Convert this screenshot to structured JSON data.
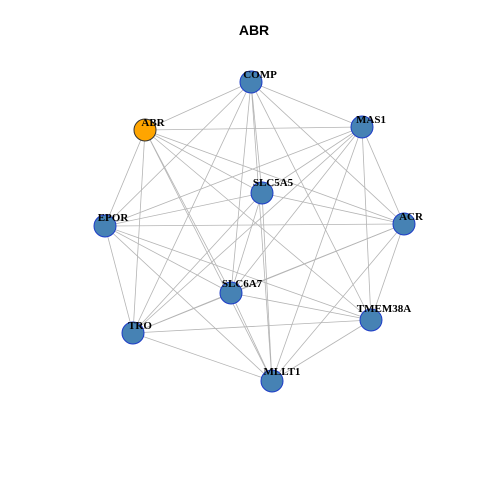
{
  "title": "ABR",
  "colors": {
    "focus_fill": "#FFA500",
    "focus_stroke": "#333333",
    "node_fill": "#4682B4",
    "node_stroke": "#1e3cc8",
    "edge": "#b4b4b4"
  },
  "network": {
    "nodes": [
      {
        "id": "COMP",
        "label": "COMP",
        "focus": false
      },
      {
        "id": "ABR",
        "label": "ABR",
        "focus": true
      },
      {
        "id": "MAS1",
        "label": "MAS1",
        "focus": false
      },
      {
        "id": "SLC5A5",
        "label": "SLC5A5",
        "focus": false
      },
      {
        "id": "EPOR",
        "label": "EPOR",
        "focus": false
      },
      {
        "id": "ACR",
        "label": "ACR",
        "focus": false
      },
      {
        "id": "SLC6A7",
        "label": "SLC6A7",
        "focus": false
      },
      {
        "id": "TMEM38A",
        "label": "TMEM38A",
        "focus": false
      },
      {
        "id": "TRO",
        "label": "TRO",
        "focus": false
      },
      {
        "id": "MLLT1",
        "label": "MLLT1",
        "focus": false
      }
    ],
    "edges": [
      [
        "ABR",
        "COMP"
      ],
      [
        "ABR",
        "MAS1"
      ],
      [
        "ABR",
        "SLC5A5"
      ],
      [
        "ABR",
        "EPOR"
      ],
      [
        "ABR",
        "ACR"
      ],
      [
        "ABR",
        "SLC6A7"
      ],
      [
        "ABR",
        "TMEM38A"
      ],
      [
        "ABR",
        "TRO"
      ],
      [
        "ABR",
        "MLLT1"
      ],
      [
        "COMP",
        "MAS1"
      ],
      [
        "COMP",
        "SLC5A5"
      ],
      [
        "COMP",
        "EPOR"
      ],
      [
        "COMP",
        "ACR"
      ],
      [
        "COMP",
        "SLC6A7"
      ],
      [
        "COMP",
        "TMEM38A"
      ],
      [
        "COMP",
        "TRO"
      ],
      [
        "COMP",
        "MLLT1"
      ],
      [
        "MAS1",
        "SLC5A5"
      ],
      [
        "MAS1",
        "EPOR"
      ],
      [
        "MAS1",
        "ACR"
      ],
      [
        "MAS1",
        "SLC6A7"
      ],
      [
        "MAS1",
        "TMEM38A"
      ],
      [
        "MAS1",
        "TRO"
      ],
      [
        "MAS1",
        "MLLT1"
      ],
      [
        "SLC5A5",
        "EPOR"
      ],
      [
        "SLC5A5",
        "ACR"
      ],
      [
        "SLC5A5",
        "SLC6A7"
      ],
      [
        "SLC5A5",
        "TRO"
      ],
      [
        "SLC5A5",
        "MLLT1"
      ],
      [
        "EPOR",
        "ACR"
      ],
      [
        "EPOR",
        "SLC6A7"
      ],
      [
        "EPOR",
        "TMEM38A"
      ],
      [
        "EPOR",
        "TRO"
      ],
      [
        "EPOR",
        "MLLT1"
      ],
      [
        "ACR",
        "SLC6A7"
      ],
      [
        "ACR",
        "TMEM38A"
      ],
      [
        "ACR",
        "TRO"
      ],
      [
        "ACR",
        "MLLT1"
      ],
      [
        "SLC6A7",
        "TMEM38A"
      ],
      [
        "SLC6A7",
        "TRO"
      ],
      [
        "SLC6A7",
        "MLLT1"
      ],
      [
        "TMEM38A",
        "TRO"
      ],
      [
        "TMEM38A",
        "MLLT1"
      ],
      [
        "TRO",
        "MLLT1"
      ]
    ]
  }
}
